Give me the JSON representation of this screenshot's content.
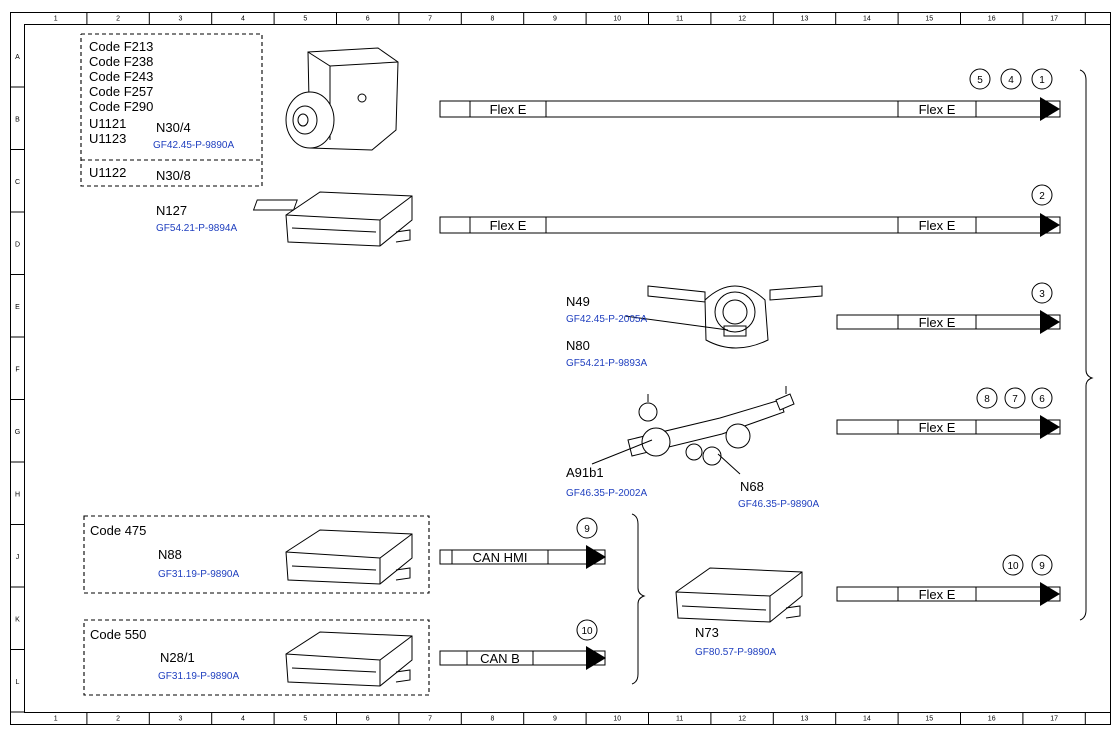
{
  "grid": {
    "columns": [
      "1",
      "2",
      "3",
      "4",
      "5",
      "6",
      "7",
      "8",
      "9",
      "10",
      "11",
      "12",
      "13",
      "14",
      "15",
      "16",
      "17"
    ],
    "rows": [
      "A",
      "B",
      "C",
      "D",
      "E",
      "F",
      "G",
      "H",
      "J",
      "K",
      "L"
    ]
  },
  "code_box_top": {
    "codes": [
      "Code F213",
      "Code F238",
      "Code F243",
      "Code F257",
      "Code F290"
    ],
    "faults": [
      "U1121",
      "U1123"
    ],
    "fault_bottom": "U1122"
  },
  "components": {
    "n30_4": {
      "name": "N30/4",
      "ref": "GF42.45-P-9890A"
    },
    "n30_8": {
      "name": "N30/8"
    },
    "n127": {
      "name": "N127",
      "ref": "GF54.21-P-9894A"
    },
    "n49": {
      "name": "N49",
      "ref": "GF42.45-P-2005A"
    },
    "n80": {
      "name": "N80",
      "ref": "GF54.21-P-9893A"
    },
    "a91b1": {
      "name": "A91b1",
      "ref": "GF46.35-P-2002A"
    },
    "n68": {
      "name": "N68",
      "ref": "GF46.35-P-9890A"
    },
    "n88": {
      "name": "N88",
      "ref": "GF31.19-P-9890A"
    },
    "n28_1": {
      "name": "N28/1",
      "ref": "GF31.19-P-9890A"
    },
    "n73": {
      "name": "N73",
      "ref": "GF80.57-P-9890A"
    }
  },
  "code_box_475": {
    "label": "Code 475"
  },
  "code_box_550": {
    "label": "Code 550"
  },
  "buses": {
    "flex_e": "Flex E",
    "can_hmi": "CAN HMI",
    "can_b": "CAN B"
  },
  "markers": {
    "row1": [
      "5",
      "4",
      "1"
    ],
    "row2": [
      "2"
    ],
    "row3": [
      "3"
    ],
    "row4": [
      "8",
      "7",
      "6"
    ],
    "row5": [
      "10",
      "9"
    ],
    "can_hmi": [
      "9"
    ],
    "can_b": [
      "10"
    ]
  }
}
